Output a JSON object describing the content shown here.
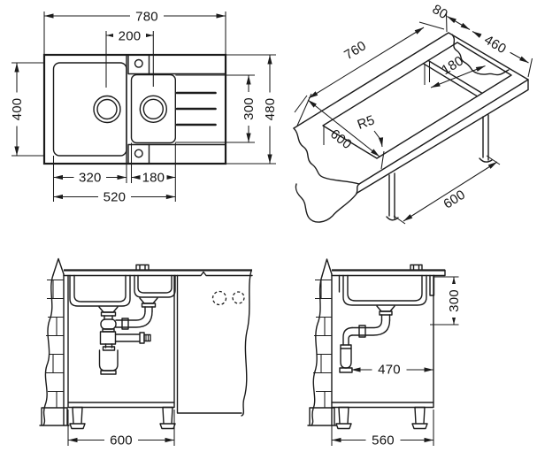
{
  "drawing": {
    "kind": "sink installation technical drawing",
    "colors": {
      "line": "#1b1b1b",
      "background": "#ffffff"
    },
    "views": {
      "top": {
        "name": "plan-view",
        "dims": {
          "overall_width": "780",
          "drain_centres": "200",
          "bowls_length": "400",
          "drainer_length": "300",
          "overall_depth": "480",
          "main_bowl_width": "320",
          "half_bowl_width": "180",
          "bowls_width": "520"
        }
      },
      "isometric": {
        "name": "worktop-cutout-view",
        "dims": {
          "back_offset": "80",
          "cutout_depth": "460",
          "cutout_length": "760",
          "half_bowl_cutout": "180",
          "corner_radius": "R5",
          "worktop_depth": "600",
          "cabinet_width": "600"
        }
      },
      "front_section": {
        "name": "front-installation-view",
        "dims": {
          "cabinet_width": "600"
        }
      },
      "side_section": {
        "name": "side-installation-view",
        "dims": {
          "bowl_depth": "300",
          "trap_clearance": "470",
          "cabinet_depth": "560"
        }
      }
    }
  }
}
